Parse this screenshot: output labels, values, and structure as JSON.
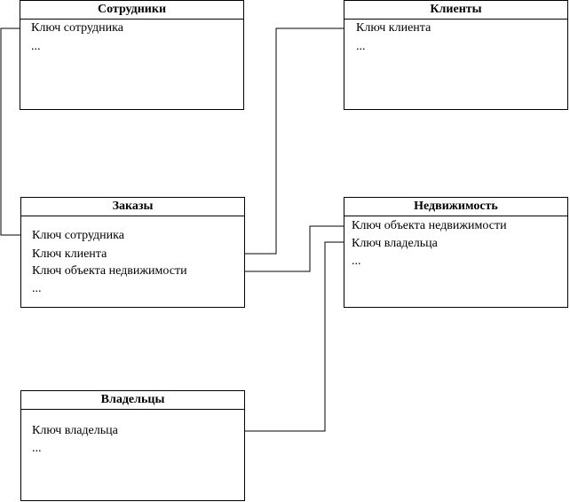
{
  "entities": {
    "employees": {
      "title": "Сотрудники",
      "fields": [
        "Ключ сотрудника",
        "..."
      ]
    },
    "clients": {
      "title": "Клиенты",
      "fields": [
        "Ключ клиента",
        "..."
      ]
    },
    "orders": {
      "title": "Заказы",
      "fields": [
        "Ключ сотрудника",
        "Ключ клиента",
        "Ключ объекта недвижимости",
        "..."
      ]
    },
    "property": {
      "title": "Недвижимость",
      "fields": [
        "Ключ объекта недвижимости",
        "Ключ владельца",
        "..."
      ]
    },
    "owners": {
      "title": "Владельцы",
      "fields": [
        "Ключ владельца",
        "..."
      ]
    }
  },
  "relations": [
    {
      "from": "employees.Ключ сотрудника",
      "to": "orders.Ключ сотрудника"
    },
    {
      "from": "clients.Ключ клиента",
      "to": "orders.Ключ клиента"
    },
    {
      "from": "property.Ключ объекта недвижимости",
      "to": "orders.Ключ объекта недвижимости"
    },
    {
      "from": "owners.Ключ владельца",
      "to": "property.Ключ владельца"
    }
  ]
}
